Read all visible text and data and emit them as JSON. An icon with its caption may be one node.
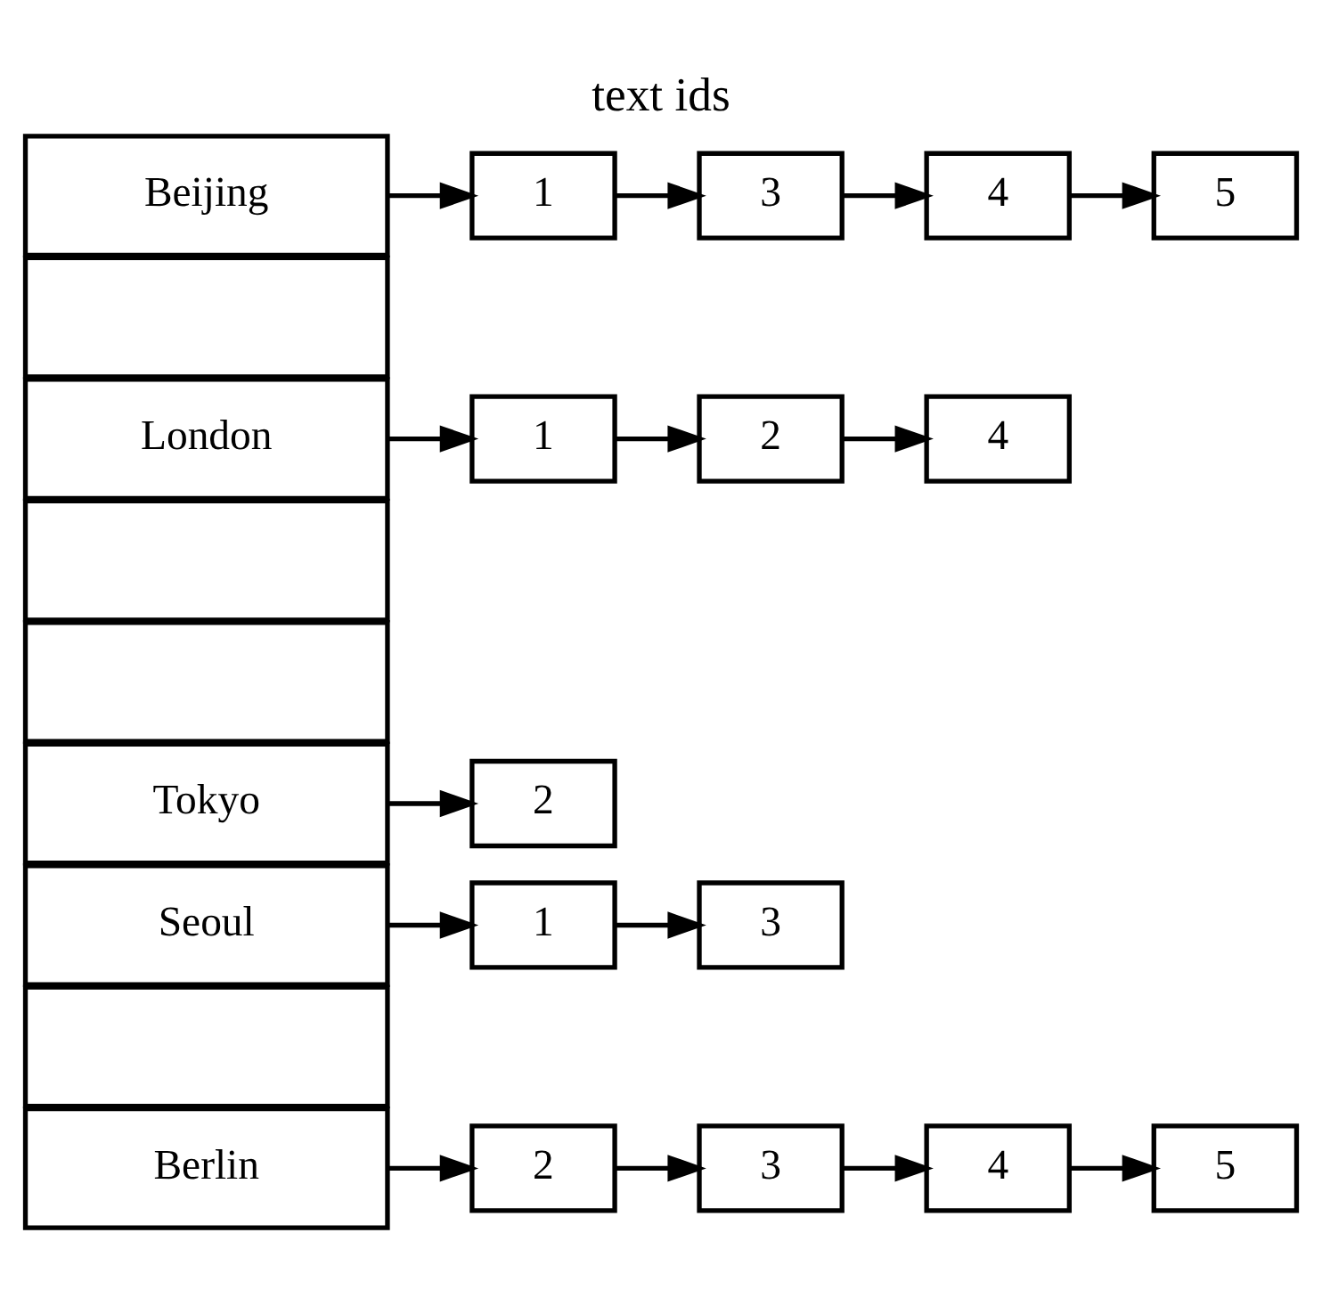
{
  "diagram": {
    "title": "text ids",
    "nodes": [
      {
        "text": [
          "Beijing"
        ]
      },
      {
        "text": [
          "1"
        ]
      },
      {
        "text": [
          "3"
        ]
      },
      {
        "text": [
          "4"
        ]
      },
      {
        "text": [
          "5"
        ]
      },
      {
        "text": [],
        "shape": "box"
      },
      {
        "text": [
          "London"
        ]
      },
      {
        "text": [
          "1"
        ]
      },
      {
        "text": [
          "2"
        ]
      },
      {
        "text": [
          "4"
        ]
      },
      {
        "text": [],
        "shape": "box"
      },
      {
        "text": [],
        "shape": "box"
      },
      {
        "text": [
          "Tokyo"
        ]
      },
      {
        "text": [
          "2"
        ]
      },
      {
        "text": [
          "Seoul"
        ]
      },
      {
        "text": [
          "1"
        ]
      },
      {
        "text": [
          "3"
        ]
      },
      {
        "text": [],
        "shape": "box"
      },
      {
        "text": [
          "Berlin"
        ]
      },
      {
        "text": [
          "2"
        ]
      },
      {
        "text": [
          "3"
        ]
      },
      {
        "text": [
          "4"
        ]
      },
      {
        "text": [
          "5"
        ]
      }
    ],
    "edges": [
      {
        "from": 0,
        "to": 1,
        "arrow": "to"
      },
      {
        "from": 1,
        "to": 2,
        "arrow": "to"
      },
      {
        "from": 2,
        "to": 3,
        "arrow": "to"
      },
      {
        "from": 3,
        "to": 4,
        "arrow": "to"
      },
      {
        "from": 6,
        "to": 7,
        "arrow": "to"
      },
      {
        "from": 7,
        "to": 8,
        "arrow": "to"
      },
      {
        "from": 8,
        "to": 9,
        "arrow": "to"
      },
      {
        "from": 12,
        "to": 13,
        "arrow": "to"
      },
      {
        "from": 14,
        "to": 15,
        "arrow": "to"
      },
      {
        "from": 15,
        "to": 16,
        "arrow": "to"
      },
      {
        "from": 18,
        "to": 19,
        "arrow": "to"
      },
      {
        "from": 19,
        "to": 20,
        "arrow": "to"
      },
      {
        "from": 20,
        "to": 21,
        "arrow": "to"
      },
      {
        "from": 21,
        "to": 22,
        "arrow": "to"
      }
    ]
  }
}
